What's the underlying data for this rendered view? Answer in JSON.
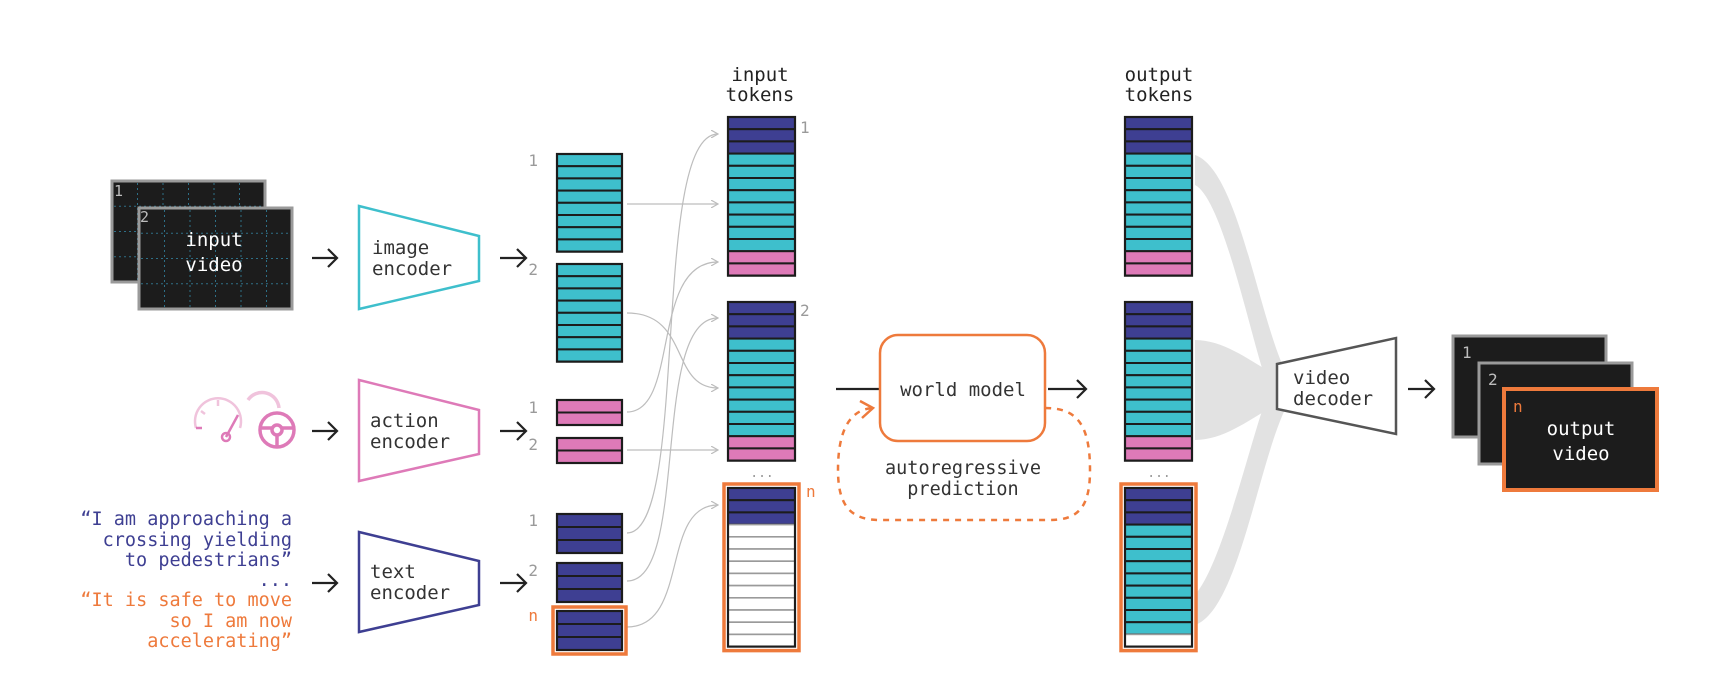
{
  "colors": {
    "teal": "#3ebfcc",
    "navy": "#3e3f92",
    "pink": "#de7ab8",
    "orange": "#ee7a3c",
    "dark": "#1c1c1c",
    "frame": "#9a9a9a",
    "gray_text": "#9a9a9a",
    "line": "#bdbdbd",
    "fan": "#e2e2e2"
  },
  "input_video": {
    "frame_1": "1",
    "frame_2": "2",
    "label_line1": "input",
    "label_line2": "video"
  },
  "action_icons": [
    "speedometer-icon",
    "steering-wheel-icon"
  ],
  "encoders": {
    "image": {
      "line1": "image",
      "line2": "encoder"
    },
    "action": {
      "line1": "action",
      "line2": "encoder"
    },
    "text": {
      "line1": "text",
      "line2": "encoder"
    }
  },
  "text_prompts": {
    "quote1": [
      "“I am approaching a",
      "crossing yielding",
      "to pedestrians”"
    ],
    "ellipsis": "...",
    "quote2": [
      "“It is safe to move",
      "so I am now",
      "accelerating”"
    ]
  },
  "token_groups": {
    "image": [
      "1",
      "2"
    ],
    "action": [
      "1",
      "2"
    ],
    "text": [
      "1",
      "2",
      "n"
    ]
  },
  "input_tokens": {
    "title_line1": "input",
    "title_line2": "tokens",
    "labels": [
      "1",
      "2",
      "n"
    ],
    "dots": "..."
  },
  "world_model": {
    "label": "world model",
    "loop_line1": "autoregressive",
    "loop_line2": "prediction"
  },
  "output_tokens": {
    "title_line1": "output",
    "title_line2": "tokens",
    "dots": "..."
  },
  "video_decoder": {
    "line1": "video",
    "line2": "decoder"
  },
  "output_video": {
    "frame_1": "1",
    "frame_2": "2",
    "frame_n": "n",
    "label_line1": "output",
    "label_line2": "video"
  }
}
